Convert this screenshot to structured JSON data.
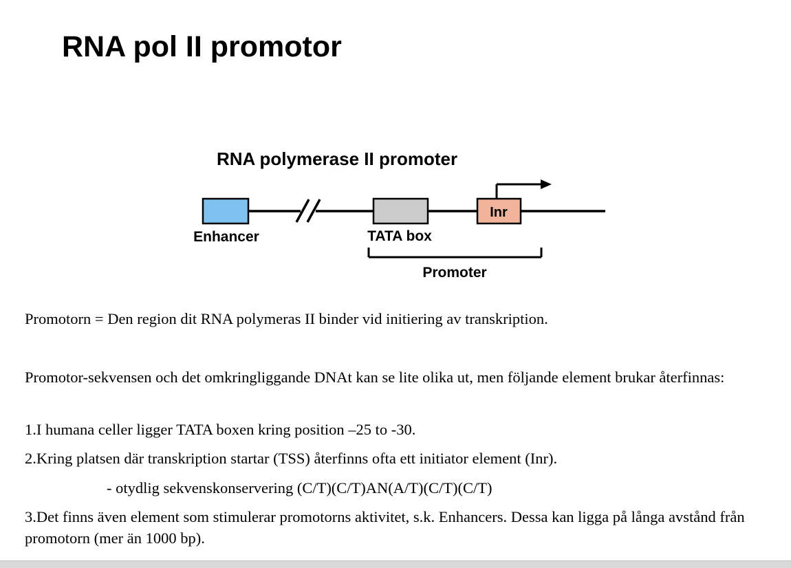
{
  "slide": {
    "title": "RNA pol II promotor",
    "diagram": {
      "heading": "RNA polymerase II promoter",
      "enhancer_label": "Enhancer",
      "tata_label": "TATA box",
      "inr_label": "Inr",
      "promoter_label": "Promoter",
      "colors": {
        "enhancer_box": "#7ec3f0",
        "tata_box": "#cbcbcb",
        "inr_box": "#f2b39b",
        "line": "#000000"
      }
    },
    "paragraphs": {
      "p1": "Promotorn = Den region dit RNA polymeras II binder vid initiering av transkription.",
      "p2": "Promotor-sekvensen och det omkringliggande DNAt kan se lite olika ut, men följande element brukar återfinnas:",
      "item1": "1.I humana celler ligger TATA boxen kring position  –25 to -30.",
      "item2": "2.Kring platsen där transkription startar (TSS) återfinns ofta ett initiator element (Inr).",
      "item2_sub": "- otydlig sekvenskonservering (C/T)(C/T)AN(A/T)(C/T)(C/T)",
      "item3": "3.Det finns även element som stimulerar promotorns aktivitet, s.k. Enhancers. Dessa kan ligga på långa avstånd från promotorn (mer än 1000 bp)."
    }
  }
}
